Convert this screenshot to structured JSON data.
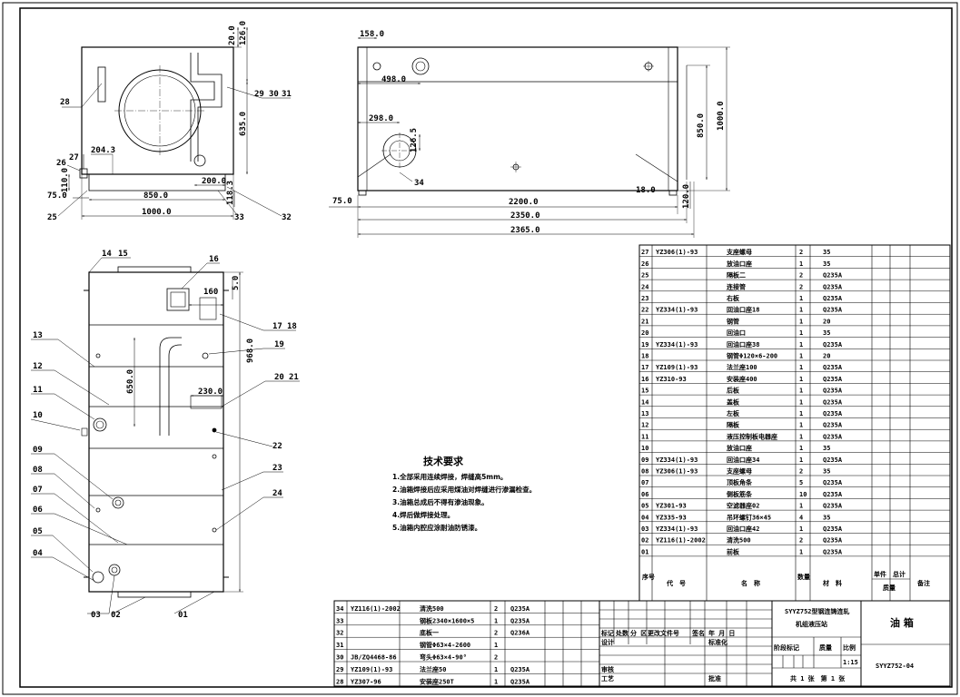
{
  "top_view": {
    "dims": [
      "158.0",
      "498.0",
      "298.0",
      "126.5",
      "850.0",
      "1000.0",
      "75.0",
      "2200.0",
      "18.0",
      "120.0",
      "2350.0",
      "2365.0"
    ],
    "callout": "34"
  },
  "side_view": {
    "dims": [
      "20.0",
      "126.0",
      "635.0",
      "204.3",
      "110.0",
      "75.0",
      "850.0",
      "200.0",
      "118.3",
      "1000.0"
    ],
    "callouts": [
      "28",
      "29",
      "30",
      "31",
      "27",
      "26",
      "25",
      "33",
      "32"
    ]
  },
  "front_view": {
    "dims": [
      "160",
      "5.0",
      "968.0",
      "650.0",
      "230.0"
    ],
    "callouts": [
      "14",
      "15",
      "16",
      "17",
      "18",
      "13",
      "19",
      "12",
      "11",
      "20",
      "21",
      "10",
      "22",
      "09",
      "08",
      "23",
      "07",
      "06",
      "24",
      "05",
      "04",
      "03",
      "02",
      "01"
    ]
  },
  "requirements": {
    "title": "技术要求",
    "items": [
      "1.全部采用连续焊接，焊缝高5mm。",
      "2.油箱焊接后应采用煤油对焊缝进行渗漏检查。",
      "3.油箱总成后不得有渗油现象。",
      "4.焊后做焊接处理。",
      "5.油箱内腔应涂耐油防锈漆。"
    ]
  },
  "bom_upper": {
    "rows": [
      [
        "27",
        "YZ306(1)-93",
        "支座螺母",
        "2",
        "35"
      ],
      [
        "26",
        "",
        "放油口座",
        "1",
        "35"
      ],
      [
        "25",
        "",
        "隔板二",
        "2",
        "Q235A"
      ],
      [
        "24",
        "",
        "连接管",
        "2",
        "Q235A"
      ],
      [
        "23",
        "",
        "右板",
        "1",
        "Q235A"
      ],
      [
        "22",
        "YZ334(1)-93",
        "回油口座18",
        "1",
        "Q235A"
      ],
      [
        "21",
        "",
        "钢管",
        "1",
        "20"
      ],
      [
        "20",
        "",
        "回油口",
        "1",
        "35"
      ],
      [
        "19",
        "YZ334(1)-93",
        "回油口座38",
        "1",
        "Q235A"
      ],
      [
        "18",
        "",
        "钢管Φ120×6-200",
        "1",
        "20"
      ],
      [
        "17",
        "YZ109(1)-93",
        "法兰座100",
        "1",
        "Q235A"
      ],
      [
        "16",
        "YZ310-93",
        "安装座400",
        "1",
        "Q235A"
      ],
      [
        "15",
        "",
        "后板",
        "1",
        "Q235A"
      ],
      [
        "14",
        "",
        "盖板",
        "1",
        "Q235A"
      ],
      [
        "13",
        "",
        "左板",
        "1",
        "Q235A"
      ],
      [
        "12",
        "",
        "隔板",
        "1",
        "Q235A"
      ],
      [
        "11",
        "",
        "液压控制板电器座",
        "1",
        "Q235A"
      ],
      [
        "10",
        "",
        "放油口座",
        "1",
        "35"
      ],
      [
        "09",
        "YZ334(1)-93",
        "回油口座34",
        "1",
        "Q235A"
      ],
      [
        "08",
        "YZ306(1)-93",
        "支座螺母",
        "2",
        "35"
      ],
      [
        "07",
        "",
        "顶板角条",
        "5",
        "Q235A"
      ],
      [
        "06",
        "",
        "侧板筋条",
        "10",
        "Q235A"
      ],
      [
        "05",
        "YZ301-93",
        "空滤器座02",
        "1",
        "Q235A"
      ],
      [
        "04",
        "YZ335-93",
        "吊环螺钉36×45",
        "4",
        "35"
      ],
      [
        "03",
        "YZ334(1)-93",
        "回油口座42",
        "1",
        "Q235A"
      ],
      [
        "02",
        "YZ116(1)-2002",
        "清洗500",
        "2",
        "Q235A"
      ],
      [
        "01",
        "",
        "前板",
        "1",
        "Q235A"
      ]
    ],
    "header": [
      "序号",
      "代　号",
      "名　称",
      "数量",
      "材　料",
      "单件",
      "总计",
      "备注",
      "质量"
    ]
  },
  "bom_lower": {
    "rows": [
      [
        "34",
        "YZ116(1)-2002",
        "清洗500",
        "2",
        "Q235A"
      ],
      [
        "33",
        "",
        "钢板2340×1600×5",
        "1",
        "Q235A"
      ],
      [
        "32",
        "",
        "底板一",
        "2",
        "Q236A"
      ],
      [
        "31",
        "",
        "钢管Φ63×4-2600",
        "1",
        ""
      ],
      [
        "30",
        "JB/ZQ4468-86",
        "弯头Φ63×4-90°",
        "2",
        ""
      ],
      [
        "29",
        "YZ109(1)-93",
        "法兰座50",
        "1",
        "Q235A"
      ],
      [
        "28",
        "YZ307-96",
        "安装座250T",
        "1",
        "Q235A"
      ]
    ]
  },
  "title_block": {
    "project": "SYYZ752型钢连铸连轧",
    "subproject": "机组液压站",
    "drawing_name": "油 箱",
    "drawing_no": "SYYZ752-04",
    "scale": "1:15",
    "sheets": "共 1 张　第 1 张",
    "labels": {
      "mark": "标记",
      "count": "处数",
      "zone": "分 区",
      "change_doc": "更改文件号",
      "signature": "签名",
      "date": "年 月 日",
      "design": "设计",
      "standard": "标准化",
      "stage_mark": "阶段标记",
      "weight": "质量",
      "ratio": "比例",
      "review": "审核",
      "process": "工艺",
      "approve": "批准"
    }
  }
}
